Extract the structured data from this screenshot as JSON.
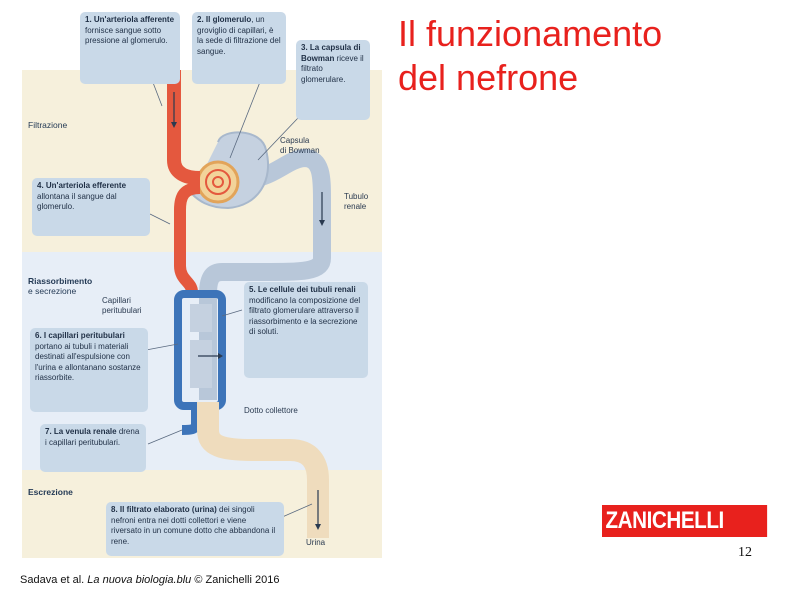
{
  "title": {
    "line1": "Il funzionamento",
    "line2": "del nefrone"
  },
  "figure": {
    "zones": {
      "filtration": "Filtrazione",
      "reabsorption_line1": "Riassorbimento",
      "reabsorption_line2": "e secrezione",
      "excretion": "Escrezione"
    },
    "notes": {
      "n1": {
        "bold": "1. Un'arteriola afferente",
        "text": " fornisce sangue sotto pressione al glomerulo."
      },
      "n2": {
        "bold": "2. Il glomerulo",
        "text": ", un groviglio di capillari, è la sede di filtrazione del sangue."
      },
      "n3": {
        "bold": "3. La capsula di Bowman",
        "text": " riceve il filtrato glomerulare."
      },
      "n4": {
        "bold": "4. Un'arteriola efferente",
        "text": " allontana il sangue dal glomerulo."
      },
      "n5": {
        "bold": "5. Le cellule dei tubuli renali",
        "text": " modificano la composizione del filtrato glomerulare attraverso il riassorbimento e la secrezione di soluti."
      },
      "n6": {
        "bold": "6. I capillari peritubulari",
        "text": " portano ai tubuli i materiali destinati all'espulsione con l'urina e allontanano sostanze riassorbite."
      },
      "n7": {
        "bold": "7. La venula renale",
        "text": " drena i capillari peritubulari."
      },
      "n8": {
        "bold": "8. Il filtrato elaborato (urina)",
        "text": " dei singoli nefroni entra nei dotti collettori e viene riversato in un comune dotto che abbandona il rene."
      }
    },
    "labels": {
      "bowman_line1": "Capsula",
      "bowman_line2": "di Bowman",
      "tubule_line1": "Tubulo",
      "tubule_line2": "renale",
      "capillaries_line1": "Capillari",
      "capillaries_line2": "peritubulari",
      "collecting_duct": "Dotto collettore",
      "urine": "Urina"
    },
    "colors": {
      "artery": "#e4583e",
      "vein": "#3d74b9",
      "tubule": "#c5d1e0",
      "duct": "#efdcbd",
      "zone_top": "#f6f0dc",
      "zone_middle": "#e7eef7",
      "zone_bottom": "#f6f0dc"
    }
  },
  "logo": {
    "text": "ZANICHELLI"
  },
  "page_number": "12",
  "citation": {
    "prefix": "Sadava et al. ",
    "book": "La nuova biologia.blu",
    "suffix": " © Zanichelli 2016"
  }
}
